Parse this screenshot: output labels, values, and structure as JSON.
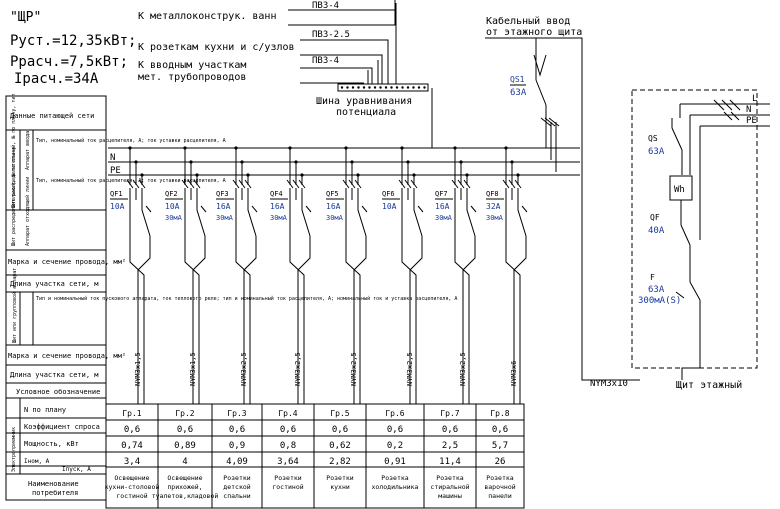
{
  "header": {
    "name": "\"ЩР\"",
    "p_inst": "Руст.=12,35кВт;",
    "p_calc": "Ррасч.=7,5кВт;",
    "i_calc": "Iрасч.=34А"
  },
  "top_labels": {
    "metal": "К металлоконструк. ванн",
    "kitchen": "К розеткам кухни и с/узлов",
    "pipes_1": "К вводным участкам",
    "pipes_2": "мет. трубопроводов",
    "wire_1": "ПВ3-4",
    "wire_2": "ПВ3-2.5",
    "wire_3": "ПВ3-4",
    "bus_1": "Шина уравнивания",
    "bus_2": "потенциала",
    "cable_1": "Кабельный ввод",
    "cable_2": "от этажного щита"
  },
  "bus": {
    "n": "N",
    "pe": "PE"
  },
  "qs1": {
    "name": "QS1",
    "rating": "63А"
  },
  "breakers": [
    {
      "name": "QF1",
      "rating": "10А",
      "rcd": ""
    },
    {
      "name": "QF2",
      "rating": "10А",
      "rcd": "30мА"
    },
    {
      "name": "QF3",
      "rating": "16А",
      "rcd": "30мА"
    },
    {
      "name": "QF4",
      "rating": "16А",
      "rcd": "30мА"
    },
    {
      "name": "QF5",
      "rating": "16А",
      "rcd": "30мА"
    },
    {
      "name": "QF6",
      "rating": "10А",
      "rcd": ""
    },
    {
      "name": "QF7",
      "rating": "16А",
      "rcd": "30мА"
    },
    {
      "name": "QF8",
      "rating": "32А",
      "rcd": "30мА"
    }
  ],
  "cables": [
    "NYM3x1,5",
    "NYM3x1,5",
    "NYM3x2,5",
    "NYM3x2,5",
    "NYM3x2,5",
    "NYM3x2,5",
    "NYM3x2,5",
    "NYM3x6"
  ],
  "left_table": {
    "supply": "Данные питающей сети",
    "row1": "Тип, номинальный ток расцепителя, А; ток уставки расцепителя, А",
    "row2": "Тип, номинальный ток расцепителя, А; ток уставки расцепителя, А",
    "v1": "Шит распределительный, № по плану, тип",
    "v1b": "Аппарат ввода",
    "v2": "Шит распределительный, № по плану",
    "v2b": "Аппарат отходящей линии",
    "wire_mark1": "Марка и сечение провода, мм²",
    "length1": "Длина участка сети, м",
    "group": "Тип и номинальный ток пускового аппарата, ток теплового реле; тип и номинальный ток расцепителя, А; номинальный ток и уставка расцепителя, А",
    "group_v": "Шит или групповой аппарат",
    "wire_mark2": "Марка и сечение провода, мм²",
    "length2": "Длина участка сети, м",
    "symbol": "Условное обозначение",
    "consumer_v": "Электроприемник",
    "plan_no": "N по плану",
    "demand": "Коэффициент спроса",
    "power": "Мощность, кВт",
    "inom": "Iном, А",
    "istart": "Iпуск, А",
    "consumer_name": "Наименование потребителя"
  },
  "groups": {
    "labels": [
      "Гр.1",
      "Гр.2",
      "Гр.3",
      "Гр.4",
      "Гр.5",
      "Гр.6",
      "Гр.7",
      "Гр.8"
    ],
    "demand": [
      "0,6",
      "0,6",
      "0,6",
      "0,6",
      "0,6",
      "0,6",
      "0,6",
      "0,6"
    ],
    "power": [
      "0,74",
      "0,89",
      "0,9",
      "0,8",
      "0,62",
      "0,2",
      "2,5",
      "5,7"
    ],
    "current": [
      "3,4",
      "4",
      "4,09",
      "3,64",
      "2,82",
      "0,91",
      "11,4",
      "26"
    ],
    "names": [
      [
        "Освещение",
        "кухни-столовой",
        "гостиной"
      ],
      [
        "Освещение",
        "прихожей,",
        "туалетов,кладовой"
      ],
      [
        "Розетки",
        "детской",
        "спальни"
      ],
      [
        "Розетки",
        "гостиной",
        ""
      ],
      [
        "Розетки",
        "кухни",
        ""
      ],
      [
        "Розетка",
        "холодильника",
        ""
      ],
      [
        "Розетка",
        "стиральной",
        "машины"
      ],
      [
        "Розетка",
        "варочной",
        "панели"
      ]
    ]
  },
  "panel": {
    "qs": "QS",
    "qs_r": "63А",
    "wh": "Wh",
    "qf": "QF",
    "qf_r": "40А",
    "f": "F",
    "f_r": "63А",
    "f_r2": "300мА(S)",
    "l": "L",
    "n": "N",
    "pe": "PE",
    "title": "Щит этажный",
    "cable": "NYM3x10"
  }
}
